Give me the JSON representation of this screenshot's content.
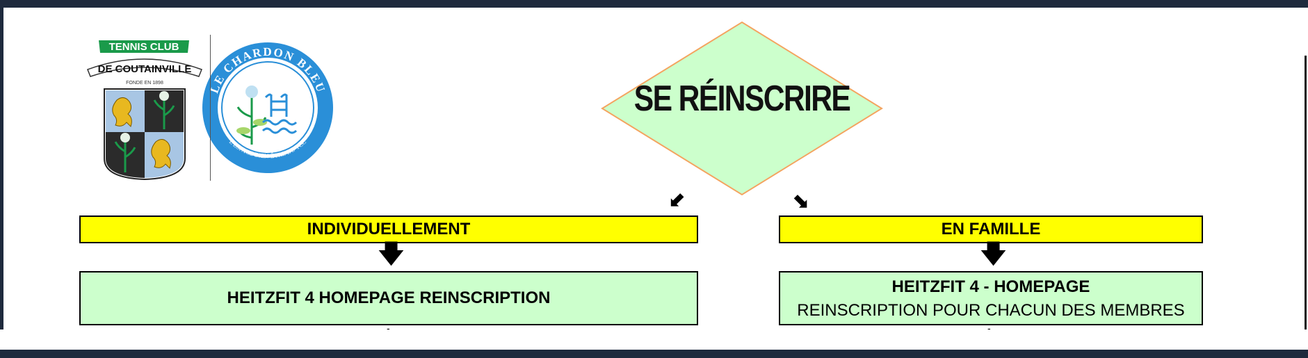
{
  "logos": {
    "tennis_club": {
      "banner": "TENNIS CLUB",
      "name": "DE COUTAINVILLE",
      "founded": "FONDE EN 1898"
    },
    "chardon_bleu": {
      "top_text": "LE CHARDON BLEU",
      "bottom_text": "L'ESPACE BIEN-ÊTRE DU TCC"
    }
  },
  "flow": {
    "title": "SE RÉINSCRIRE",
    "left": {
      "header": "INDIVIDUELLEMENT",
      "box_line1": "HEITZFIT 4 HOMEPAGE REINSCRIPTION",
      "dash": "-"
    },
    "right": {
      "header": "EN FAMILLE",
      "box_line1": "HEITZFIT 4 - HOMEPAGE",
      "box_line2": "REINSCRIPTION POUR CHACUN DES MEMBRES",
      "dash": "-"
    }
  },
  "colors": {
    "frame": "#1e2a3d",
    "diamond_fill": "#ccffcc",
    "diamond_stroke": "#f4a460",
    "header_fill": "#ffff00",
    "box_fill": "#ccffcc",
    "tcc_green": "#1a9a4a",
    "chardon_blue": "#2a8fd8"
  },
  "icons": [
    "tennis-club-crest-icon",
    "chardon-bleu-logo-icon",
    "arrow-down-left-icon",
    "arrow-down-right-icon",
    "arrow-down-icon"
  ]
}
